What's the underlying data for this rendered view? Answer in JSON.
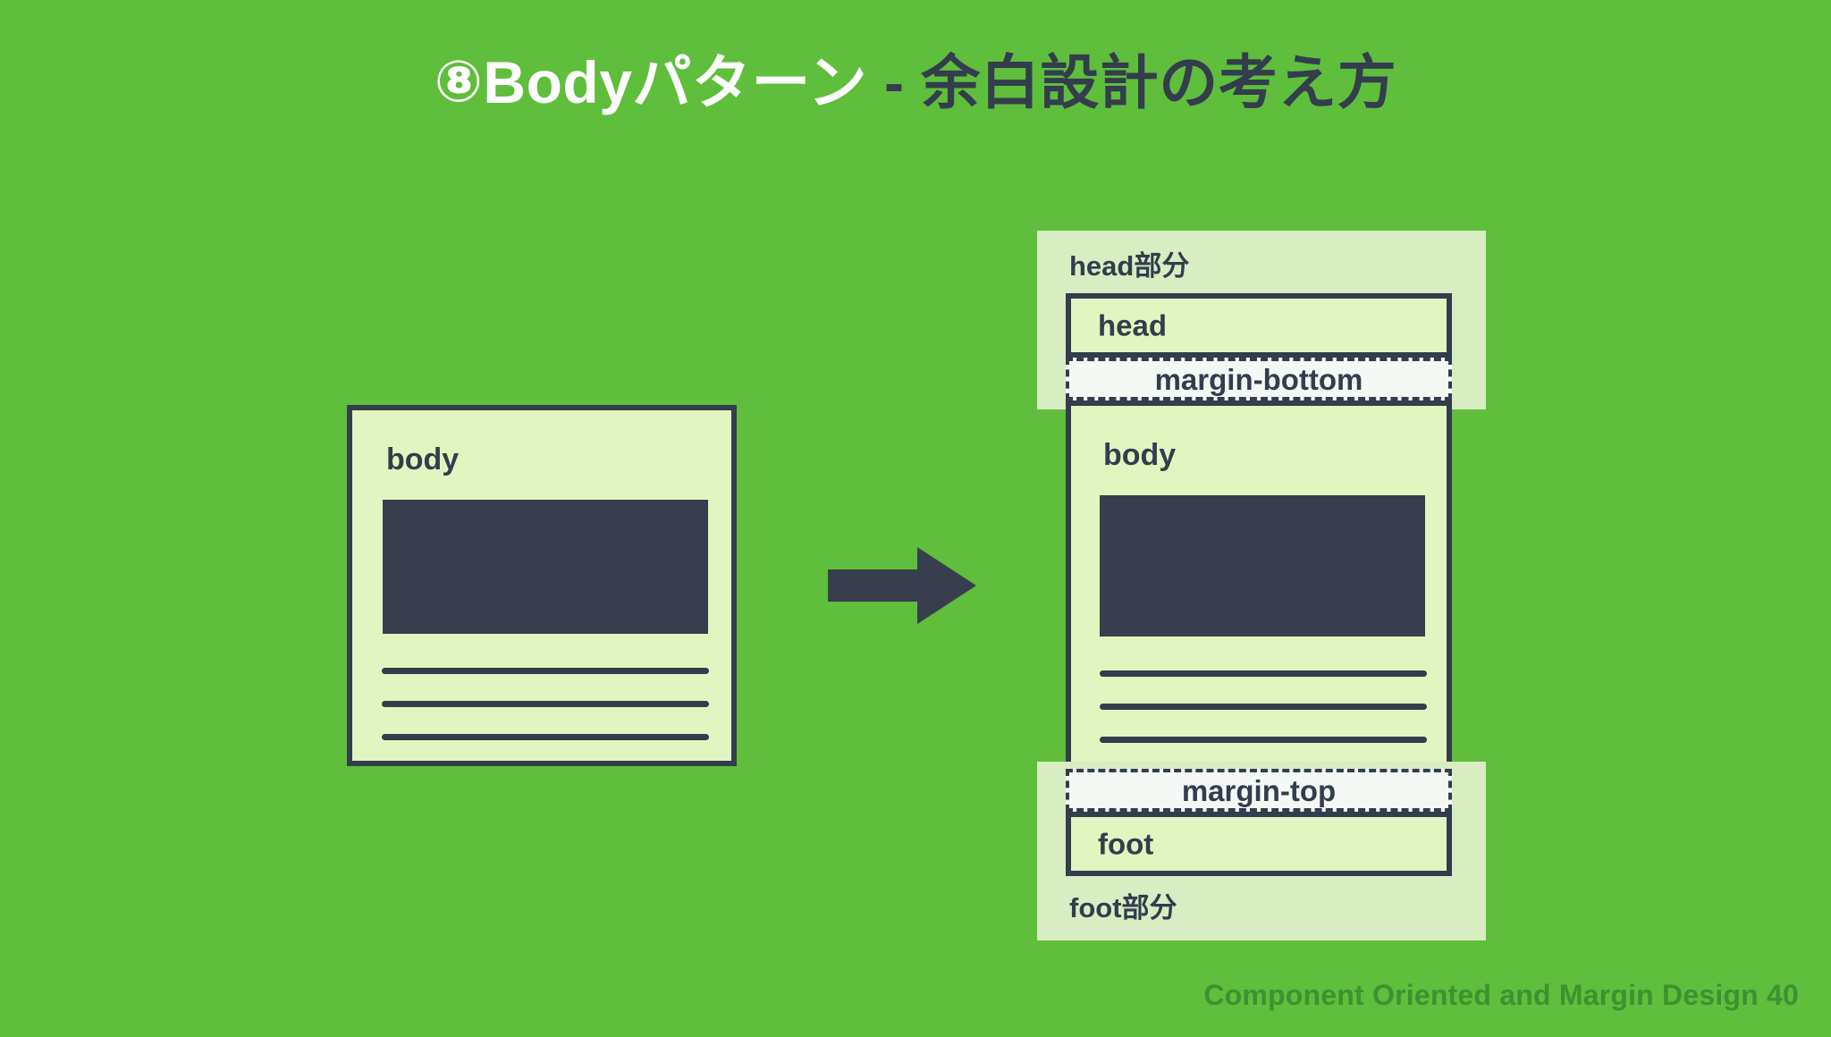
{
  "slide": {
    "background_color": "#5fbe3c",
    "title": {
      "number": "⑧",
      "primary": "Bodyパターン",
      "separator": " - ",
      "secondary": "余白設計の考え方"
    },
    "footer": "Component Oriented and Margin Design 40"
  },
  "colors": {
    "background_green": "#5fbe3c",
    "panel_green": "#d8edc2",
    "card_green": "#e2f5c0",
    "dark": "#333d4d",
    "image_block": "#383e4d",
    "margin_fill": "#f5f9f5",
    "footer_text": "#3e9130",
    "title_white": "#ffffff"
  },
  "before": {
    "card_label": "body",
    "image_placeholder": "image-block",
    "text_lines": 3
  },
  "arrow": {
    "icon": "arrow-right-icon",
    "direction": "right"
  },
  "after": {
    "head_section": {
      "panel_label": "head部分",
      "box_label": "head",
      "margin_label": "margin-bottom"
    },
    "body_section": {
      "card_label": "body",
      "image_placeholder": "image-block",
      "text_lines": 3
    },
    "foot_section": {
      "margin_label": "margin-top",
      "box_label": "foot",
      "panel_label": "foot部分"
    }
  }
}
